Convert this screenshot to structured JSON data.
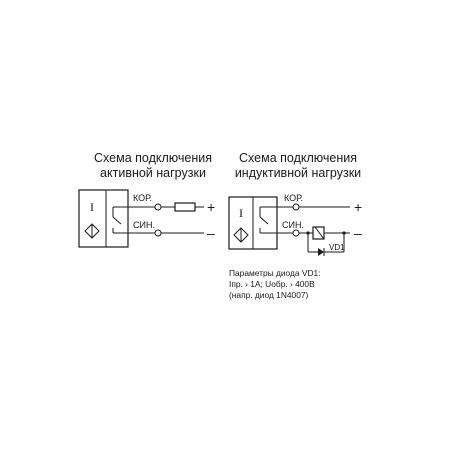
{
  "left_scheme": {
    "title_line1": "Схема подключения",
    "title_line2": "активной нагрузки",
    "sensor_symbol": "I",
    "terminal_brown": "КОР.",
    "terminal_blue": "СИН.",
    "sign_plus": "+",
    "sign_minus": "–"
  },
  "right_scheme": {
    "title_line1": "Схема подключения",
    "title_line2": "индуктивной нагрузки",
    "sensor_symbol": "I",
    "terminal_brown": "КОР.",
    "terminal_blue": "СИН.",
    "sign_plus": "+",
    "sign_minus": "–",
    "diode_label": "VD1"
  },
  "diode_params": {
    "line1": "Параметры диода VD1:",
    "line2": "Iпр. › 1А; Uобр. › 400В",
    "line3": "(напр. диод 1N4007)"
  }
}
